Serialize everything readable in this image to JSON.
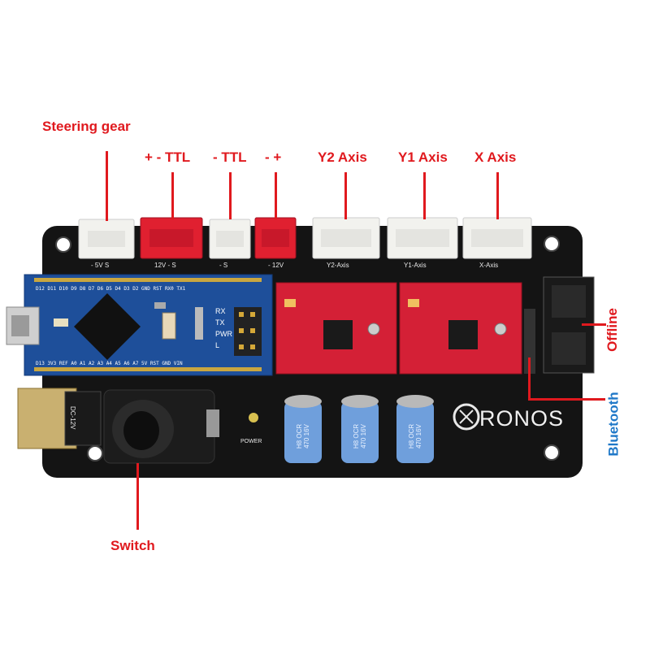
{
  "callouts": {
    "steering_gear": "Steering gear",
    "ttl_plus_minus": "+ - TTL",
    "ttl_minus": "- TTL",
    "power_minus_plus": "- +",
    "y2_axis": "Y2 Axis",
    "y1_axis": "Y1 Axis",
    "x_axis": "X Axis",
    "offline": "Offline",
    "bluetooth": "Bluetooth",
    "switch": "Switch"
  },
  "silkscreen": {
    "servo_pins": "- 5V S",
    "ttl_pins": "12V - S",
    "ttl2_pins": "- S",
    "power_pins": "- 12V",
    "y2_label": "Y2-Axis",
    "y1_label": "Y1-Axis",
    "x_label": "X-Axis",
    "power_led": "POWER",
    "dc_jack": "DC-12V",
    "logo": "RONOS",
    "nano_top_pins": "D12 D11 D10 D9 D8 D7 D6 D5 D4 D3 D2 GND RST RX0 TX1",
    "nano_bottom_pins": "D13 3V3 REF A0 A1 A2 A3 A4 A5 A6 A7 5V RST GND VIN",
    "nano_leds": [
      "RX",
      "TX",
      "PWR",
      "L"
    ]
  },
  "capacitor_text": [
    "H8",
    "OCR",
    "470",
    "16V"
  ],
  "colors": {
    "board": "#141414",
    "red_callout": "#e0191e",
    "blue_callout": "#1f78c8",
    "nano_blue": "#1e4f9a",
    "driver_red": "#d42036",
    "connector_white": "#f2f2ee",
    "connector_red": "#e02030",
    "capacitor_blue": "#6f9fdc"
  }
}
